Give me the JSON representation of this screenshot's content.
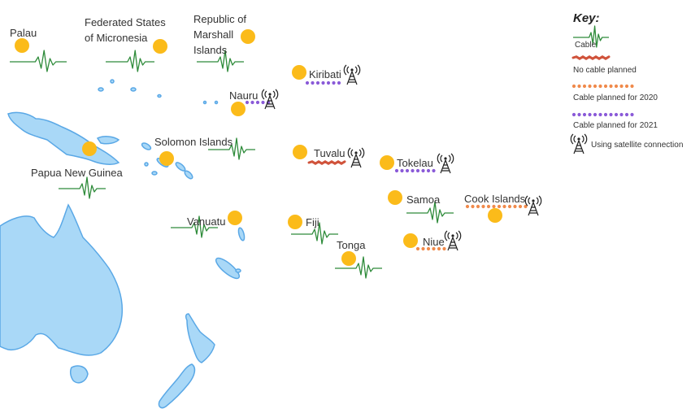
{
  "colors": {
    "land": "#a9d8f7",
    "land_stroke": "#5aa8e6",
    "dot": "#fbbb1a",
    "cable": "#2e8b3a",
    "no_cable": "#d0533b",
    "planned_2020": "#f08a4b",
    "planned_2021": "#8a5ad8",
    "tower": "#222222"
  },
  "countries": [
    {
      "id": "palau",
      "name": "Palau",
      "status": "cable"
    },
    {
      "id": "micronesia",
      "name": "Federated States of Micronesia",
      "status": "cable"
    },
    {
      "id": "marshall",
      "name": "Republic of Marshall Islands",
      "status": "cable"
    },
    {
      "id": "kiribati",
      "name": "Kiribati",
      "status": "planned_2021",
      "satellite": true
    },
    {
      "id": "nauru",
      "name": "Nauru",
      "status": "planned_2021",
      "satellite": true
    },
    {
      "id": "png",
      "name": "Papua New Guinea",
      "status": "cable"
    },
    {
      "id": "solomon",
      "name": "Solomon Islands",
      "status": "cable"
    },
    {
      "id": "tuvalu",
      "name": "Tuvalu",
      "status": "no_cable",
      "satellite": true
    },
    {
      "id": "tokelau",
      "name": "Tokelau",
      "status": "planned_2021",
      "satellite": true
    },
    {
      "id": "samoa",
      "name": "Samoa",
      "status": "cable"
    },
    {
      "id": "cook",
      "name": "Cook Islands",
      "status": "planned_2020",
      "satellite": true
    },
    {
      "id": "vanuatu",
      "name": "Vanuatu",
      "status": "cable"
    },
    {
      "id": "fiji",
      "name": "Fiji",
      "status": "cable"
    },
    {
      "id": "niue",
      "name": "Niue",
      "status": "planned_2020",
      "satellite": true
    },
    {
      "id": "tonga",
      "name": "Tonga",
      "status": "cable"
    }
  ],
  "legend": {
    "title": "Key:",
    "items": [
      {
        "id": "cable",
        "label": "Cable"
      },
      {
        "id": "no_cable",
        "label": "No cable planned"
      },
      {
        "id": "planned_2020",
        "label": "Cable planned for 2020"
      },
      {
        "id": "planned_2021",
        "label": "Cable planned for 2021"
      },
      {
        "id": "satellite",
        "label": "Using satellite connection"
      }
    ]
  }
}
